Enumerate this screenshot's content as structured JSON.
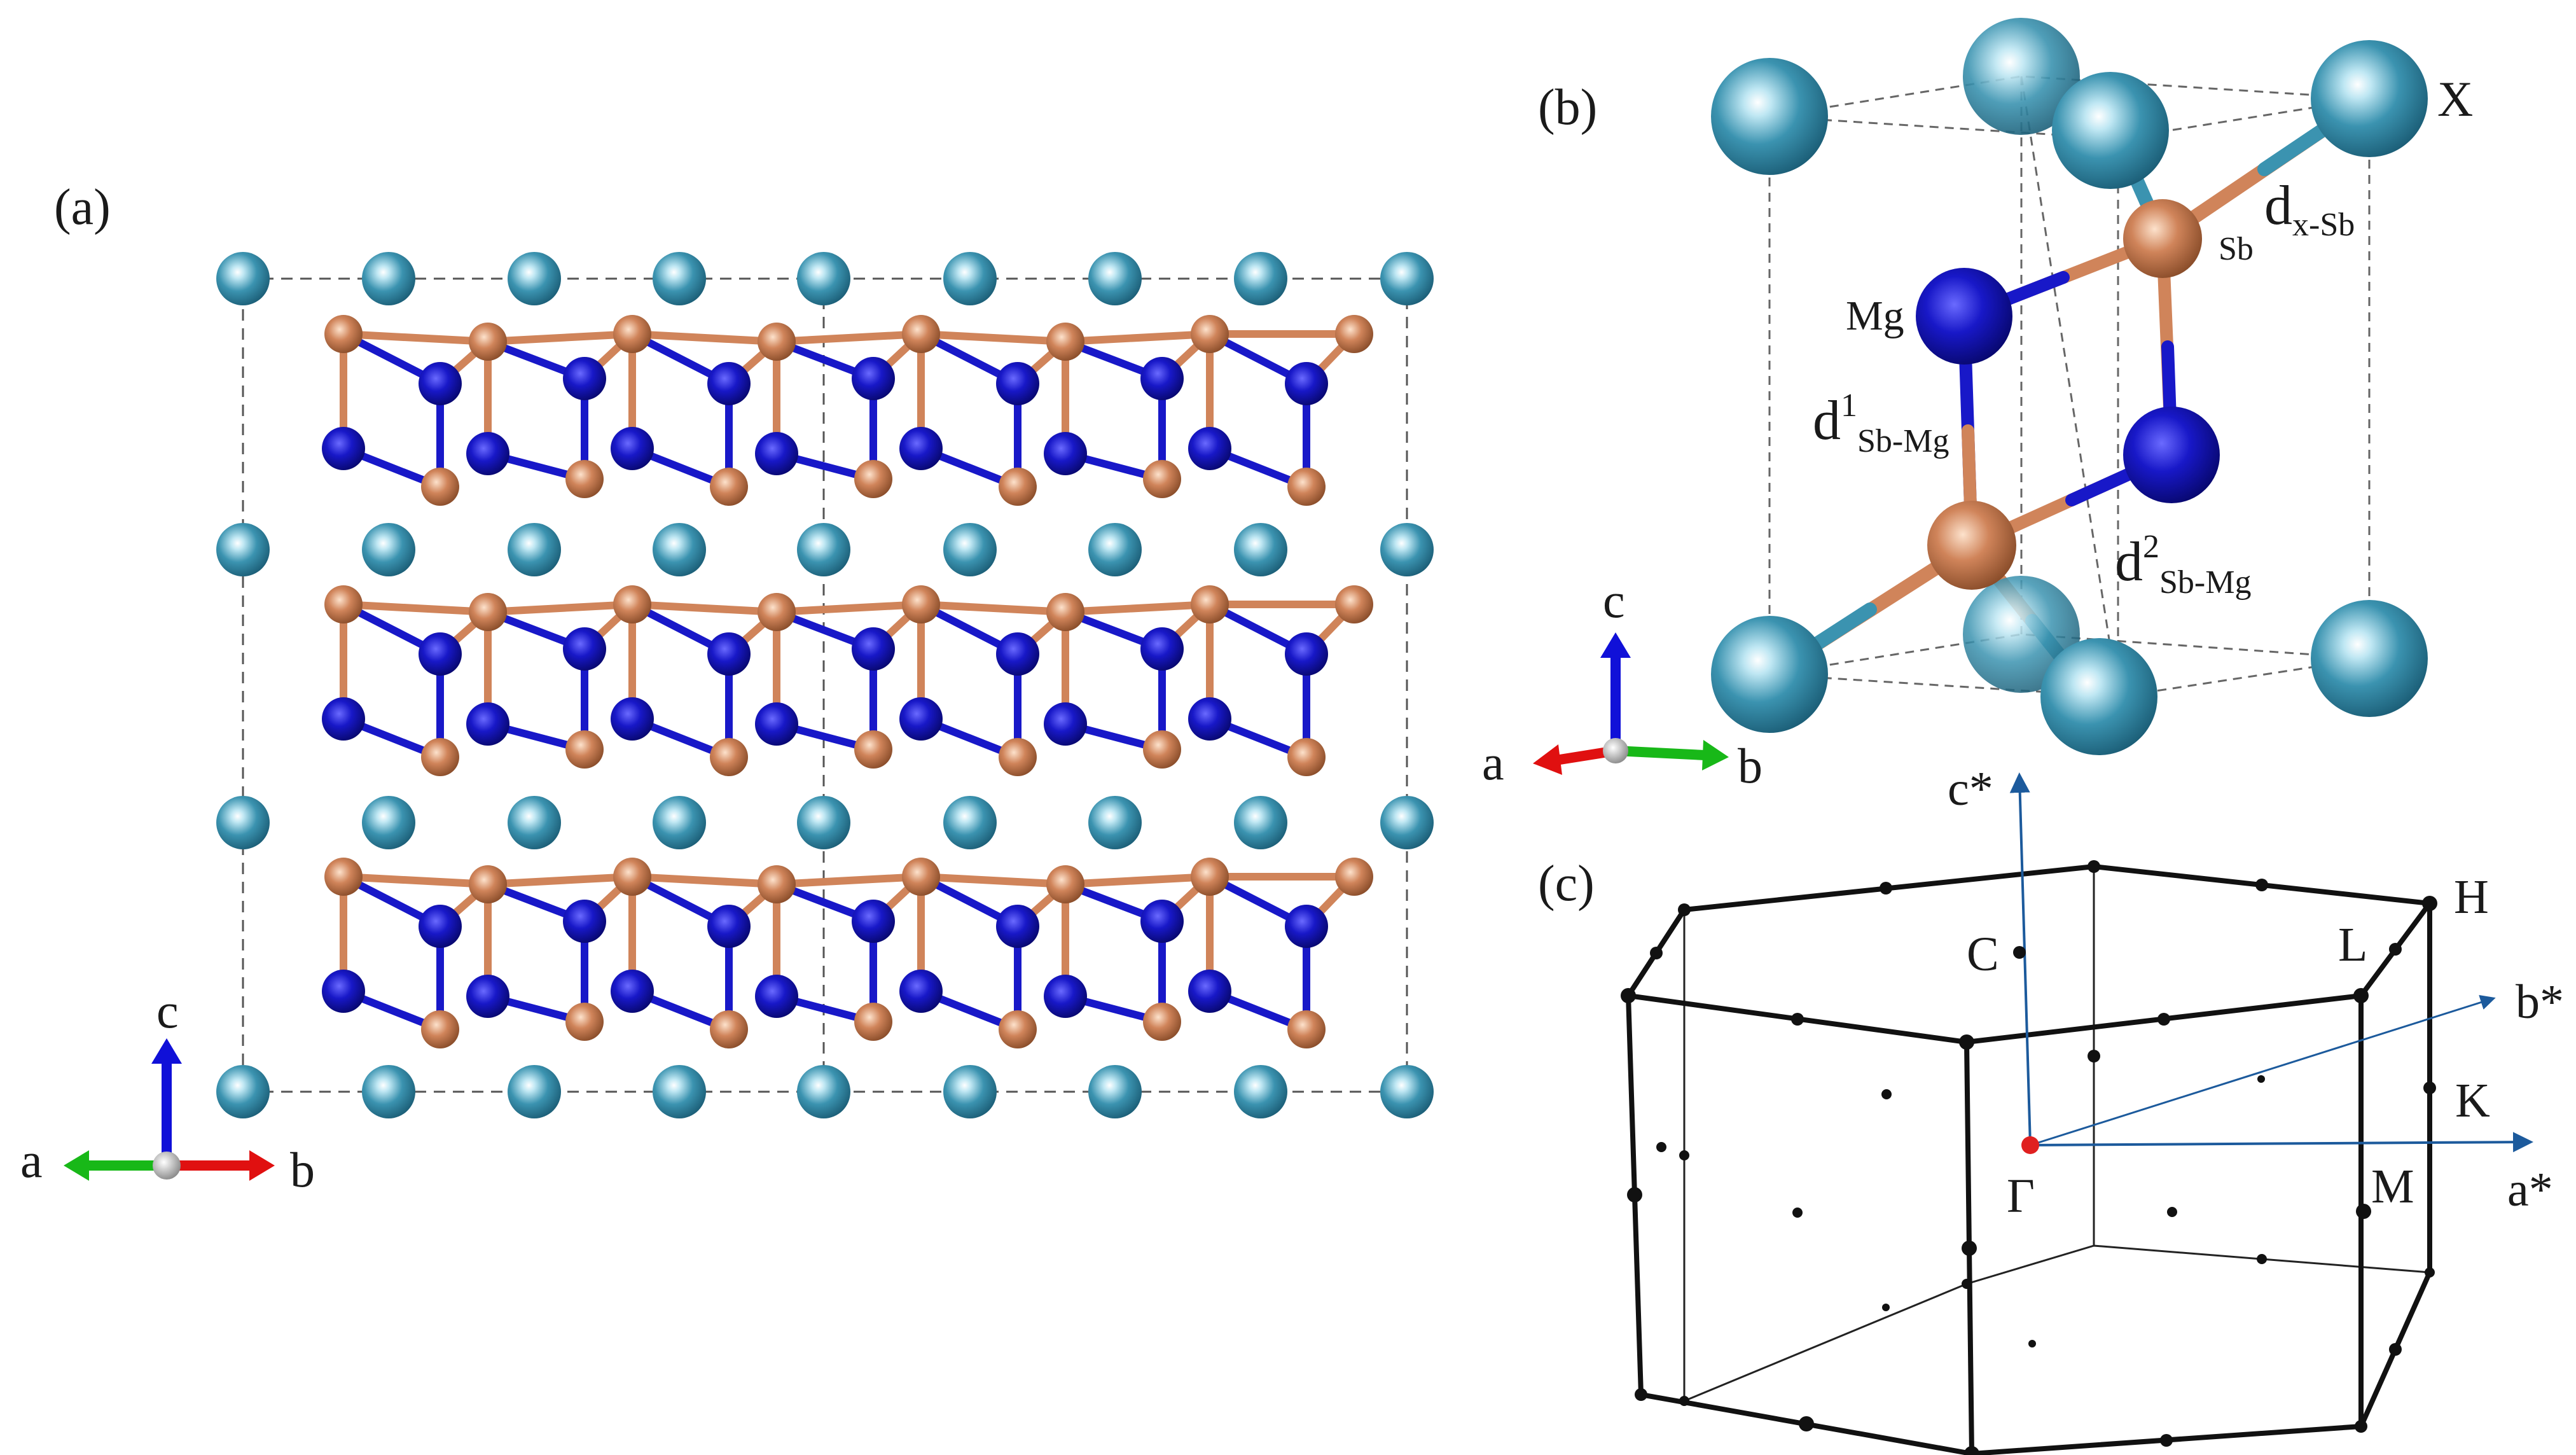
{
  "panels": {
    "a": "(a)",
    "b": "(b)",
    "c": "(c)"
  },
  "axes_a": {
    "a": "a",
    "b": "b",
    "c": "c"
  },
  "axes_b": {
    "a": "a",
    "b": "b",
    "c": "c"
  },
  "labels_b": {
    "x": "X",
    "sb": "Sb",
    "mg": "Mg",
    "d_x_sb_main": "d",
    "d_x_sb_sub": "x-Sb",
    "d1_main": "d",
    "d1_sup": "1",
    "d1_sub": "Sb-Mg",
    "d2_main": "d",
    "d2_sup": "2",
    "d2_sub": "Sb-Mg"
  },
  "labels_c": {
    "c_star": "c*",
    "b_star": "b*",
    "a_star": "a*",
    "gamma": "Γ",
    "C": "C",
    "H": "H",
    "L": "L",
    "K": "K",
    "M": "M"
  },
  "colors": {
    "x_atom": "#3b93b0",
    "sb_atom": "#d0845a",
    "mg_atom": "#1818c8",
    "axis_a_red": "#e01010",
    "axis_b_green": "#18b818",
    "axis_c_blue": "#1010d8",
    "recip_axis": "#1c5a9c",
    "gamma_point": "#e02020"
  }
}
